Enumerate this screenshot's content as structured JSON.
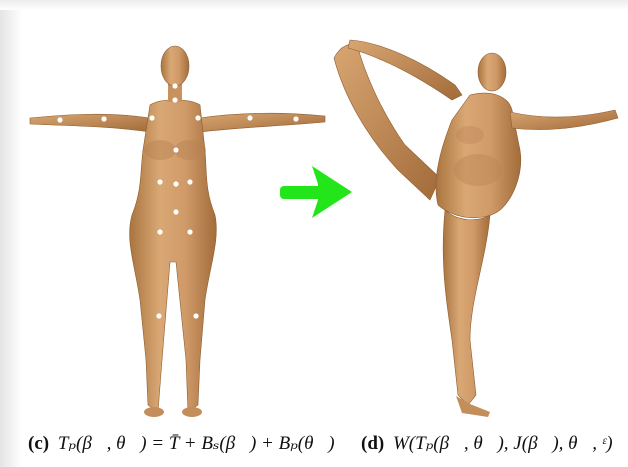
{
  "captions": [
    {
      "label": "(c)",
      "math": "Tₚ(β⃗, θ⃗) = T̄ + Bₛ(β⃗) + Bₚ(θ⃗)"
    },
    {
      "label": "(d)",
      "math": "W(Tₚ(β⃗, θ⃗), J(β⃗), θ⃗, ᵋ)"
    }
  ],
  "figures": [
    {
      "name": "t-pose-body",
      "description_icon": "body-mesh-icon"
    },
    {
      "name": "posed-body",
      "description_icon": "body-mesh-icon"
    }
  ],
  "arrow": {
    "color": "#22e51a",
    "icon": "right-arrow-icon"
  },
  "colors": {
    "skin": "#cf9a68",
    "skin_dark": "#a9743f",
    "joint": "#ffffff"
  }
}
